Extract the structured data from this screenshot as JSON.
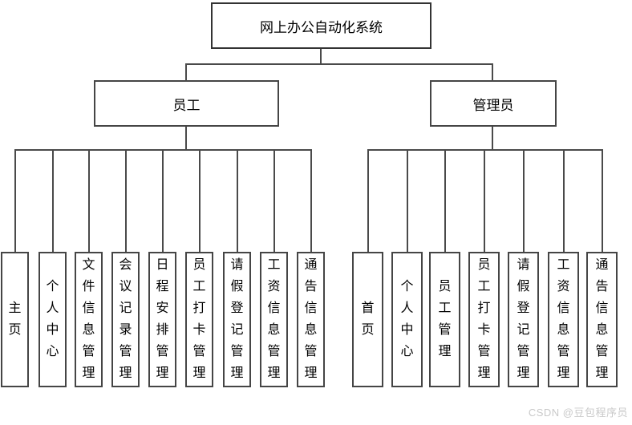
{
  "tree": {
    "root": "网上办公自动化系统",
    "branches": [
      {
        "label": "员工",
        "children": [
          "主页",
          "个人中心",
          "文件信息管理",
          "会议记录管理",
          "日程安排管理",
          "员工打卡管理",
          "请假登记管理",
          "工资信息管理",
          "通告信息管理"
        ]
      },
      {
        "label": "管理员",
        "children": [
          "首页",
          "个人中心",
          "员工管理",
          "员工打卡管理",
          "请假登记管理",
          "工资信息管理",
          "通告信息管理"
        ]
      }
    ]
  },
  "watermark": "CSDN @豆包程序员",
  "colors": {
    "line": "#4a4a4a",
    "box_border": "#454545",
    "background": "#ffffff",
    "text": "#000000",
    "watermark": "#c9c9c9"
  }
}
